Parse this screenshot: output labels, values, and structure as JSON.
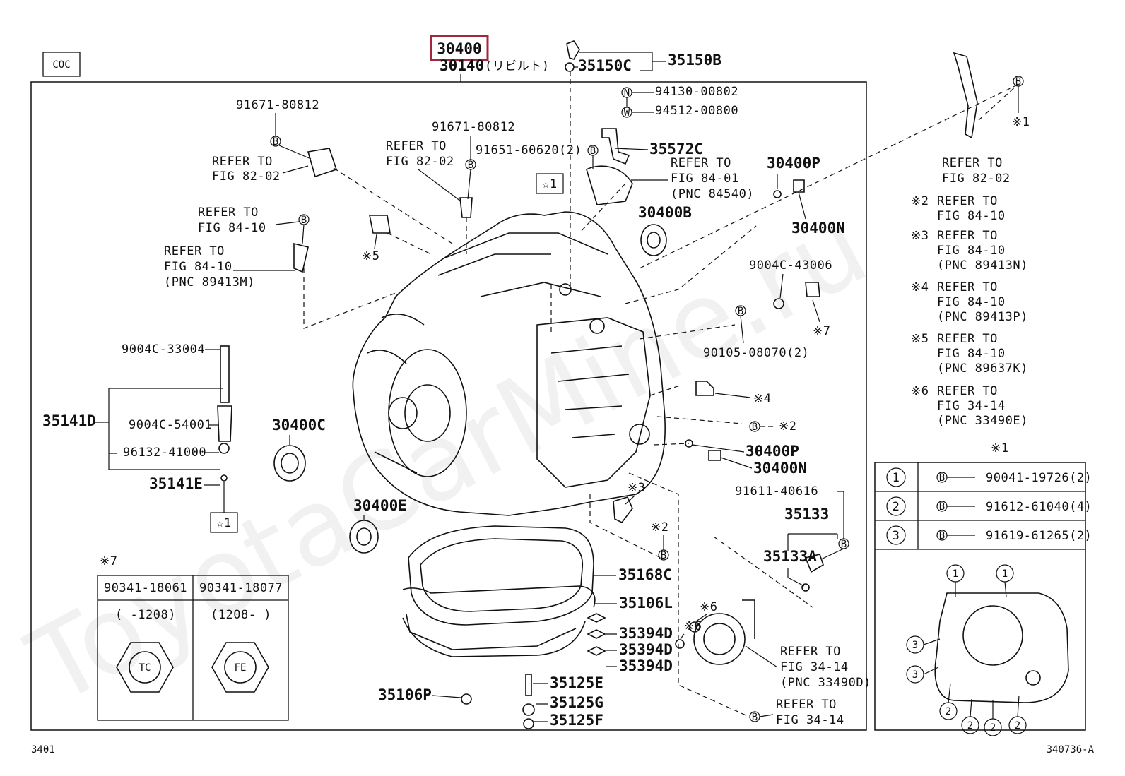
{
  "header": {
    "code_box": "COC",
    "main_part_no": "30400",
    "sub_part_no": "30140",
    "sub_part_note": "(リビルト)",
    "highlight_color": "#a0283c"
  },
  "footer": {
    "fig_left": "3401",
    "fig_right": "340736-A"
  },
  "watermark": "ToyotaCarMine.ru",
  "callouts": {
    "p35150B": "35150B",
    "p35150C": "35150C",
    "p94130": "94130-00802",
    "p94512": "94512-00800",
    "p35572C": "35572C",
    "p91671a": "91671-80812",
    "p91671b": "91671-80812",
    "p91651": "91651-60620(2)",
    "p30400P_a": "30400P",
    "p30400N_a": "30400N",
    "p30400B": "30400B",
    "p9004C43006": "9004C-43006",
    "p90105": "90105-08070(2)",
    "p9004C33004": "9004C-33004",
    "p35141D": "35141D",
    "p9004C54001": "9004C-54001",
    "p96132": "96132-41000",
    "p35141E": "35141E",
    "p30400C": "30400C",
    "p30400E": "30400E",
    "p30400P_b": "30400P",
    "p30400N_b": "30400N",
    "p91611": "91611-40616",
    "p35133": "35133",
    "p35133A": "35133A",
    "p35168C": "35168C",
    "p35106L": "35106L",
    "p35394D_1": "35394D",
    "p35394D_2": "35394D",
    "p35394D_3": "35394D",
    "p35125E": "35125E",
    "p35125G": "35125G",
    "p35125F": "35125F",
    "p35106P": "35106P"
  },
  "refers": {
    "r1": [
      "REFER TO",
      "FIG 82-02"
    ],
    "r2": [
      "REFER TO",
      "FIG 82-02"
    ],
    "r3": [
      "REFER TO",
      "FIG 84-10"
    ],
    "r4": [
      "REFER TO",
      "FIG 84-10",
      "(PNC 89413M)"
    ],
    "r5": [
      "REFER TO",
      "FIG 84-01",
      "(PNC 84540)"
    ],
    "r6": [
      "REFER TO",
      "FIG 34-14",
      "(PNC 33490D)"
    ],
    "r7": [
      "REFER TO",
      "FIG 34-14"
    ],
    "r8": [
      "REFER TO",
      "FIG 82-02"
    ]
  },
  "marks": {
    "star1": "☆1",
    "n5": "※5",
    "n7": "※7",
    "n4": "※4",
    "n2a": "※2",
    "n3": "※3",
    "n2b": "※2",
    "n6a": "※6",
    "n6b": "※6",
    "n1": "※1",
    "n1b": "※1"
  },
  "notes": [
    {
      "mark": "※2",
      "lines": [
        "REFER TO",
        "FIG 84-10"
      ]
    },
    {
      "mark": "※3",
      "lines": [
        "REFER TO",
        "FIG 84-10",
        "(PNC 89413N)"
      ]
    },
    {
      "mark": "※4",
      "lines": [
        "REFER TO",
        "FIG 84-10",
        "(PNC 89413P)"
      ]
    },
    {
      "mark": "※5",
      "lines": [
        "REFER TO",
        "FIG 84-10",
        "(PNC 89637K)"
      ]
    },
    {
      "mark": "※6",
      "lines": [
        "REFER TO",
        "FIG 34-14",
        "(PNC 33490E)"
      ]
    }
  ],
  "bolt_table": {
    "title": "※1",
    "rows": [
      {
        "num": "1",
        "part": "90041-19726(2)"
      },
      {
        "num": "2",
        "part": "91612-61040(4)"
      },
      {
        "num": "3",
        "part": "91619-61265(2)"
      }
    ]
  },
  "plug_table": {
    "title": "※7",
    "columns": [
      {
        "part": "90341-18061",
        "range": "(    -1208)",
        "mark": "TC"
      },
      {
        "part": "90341-18077",
        "range": "(1208-    )",
        "mark": "FE"
      }
    ]
  },
  "symbols": {
    "B": "B",
    "N": "N",
    "W": "W"
  }
}
